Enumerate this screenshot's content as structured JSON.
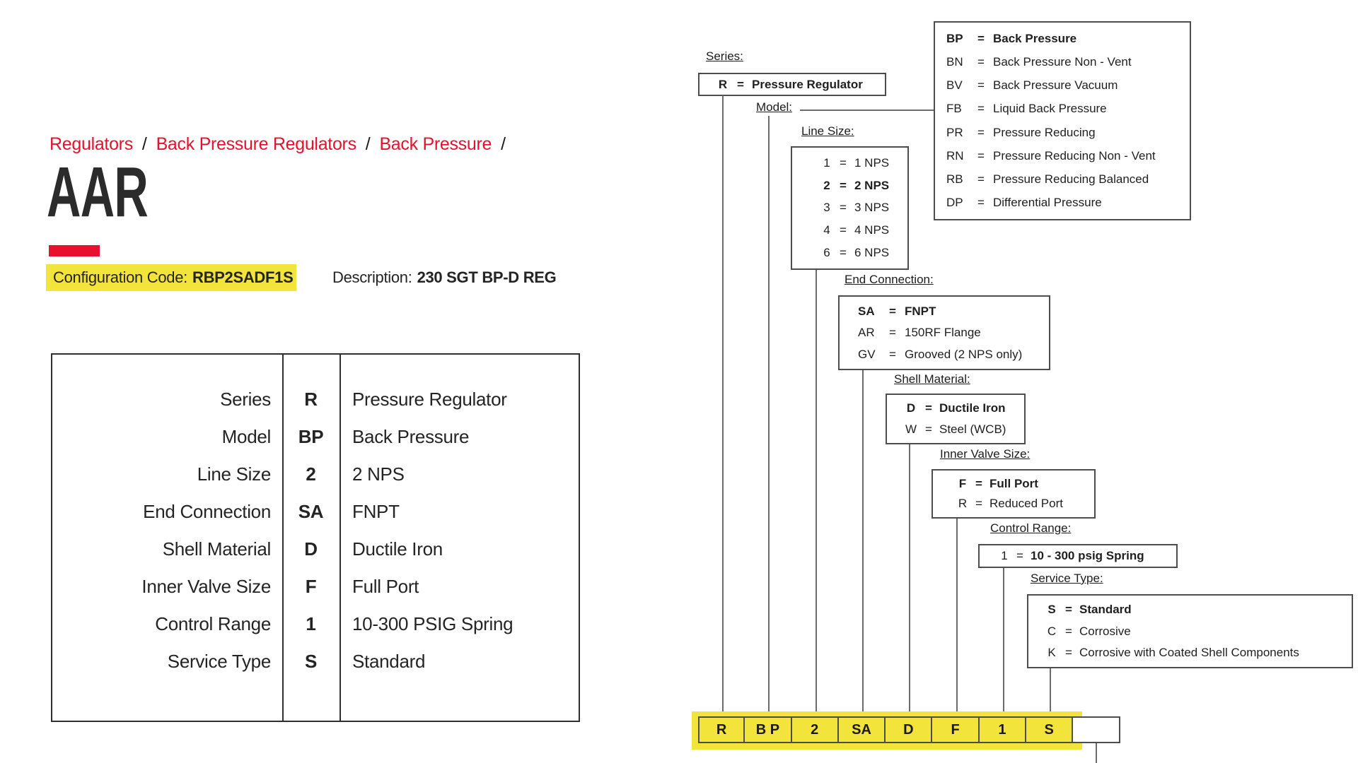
{
  "colors": {
    "accent_red": "#e8112d",
    "highlight_yellow": "#f3e43c"
  },
  "breadcrumb": {
    "separator": "/",
    "items": [
      "Regulators",
      "Back Pressure Regulators",
      "Back Pressure"
    ]
  },
  "page": {
    "title": "AAR"
  },
  "config": {
    "code_label": "Configuration Code:",
    "code": "RBP2SADF1S",
    "description_label": "Description:",
    "description": "230 SGT BP-D REG"
  },
  "summary_table": {
    "rows": [
      {
        "label": "Series",
        "code": "R",
        "value": "Pressure Regulator"
      },
      {
        "label": "Model",
        "code": "BP",
        "value": "Back Pressure"
      },
      {
        "label": "Line Size",
        "code": "2",
        "value": "2 NPS"
      },
      {
        "label": "End Connection",
        "code": "SA",
        "value": "FNPT"
      },
      {
        "label": "Shell Material",
        "code": "D",
        "value": "Ductile Iron"
      },
      {
        "label": "Inner Valve Size",
        "code": "F",
        "value": "Full Port"
      },
      {
        "label": "Control Range",
        "code": "1",
        "value": "10-300 PSIG Spring"
      },
      {
        "label": "Service Type",
        "code": "S",
        "value": "Standard"
      }
    ]
  },
  "diagram": {
    "eq": "=",
    "series": {
      "label": "Series:",
      "options": [
        {
          "code": "R",
          "value": "Pressure Regulator",
          "selected": true
        }
      ]
    },
    "model": {
      "label": "Model:",
      "options": [
        {
          "code": "BP",
          "value": "Back Pressure",
          "selected": true
        },
        {
          "code": "BN",
          "value": "Back Pressure Non - Vent"
        },
        {
          "code": "BV",
          "value": "Back Pressure Vacuum"
        },
        {
          "code": "FB",
          "value": "Liquid Back Pressure"
        },
        {
          "code": "PR",
          "value": "Pressure Reducing"
        },
        {
          "code": "RN",
          "value": "Pressure Reducing Non - Vent"
        },
        {
          "code": "RB",
          "value": "Pressure Reducing Balanced"
        },
        {
          "code": "DP",
          "value": "Differential Pressure"
        }
      ]
    },
    "line_size": {
      "label": "Line Size:",
      "options": [
        {
          "code": "1",
          "value": "1 NPS"
        },
        {
          "code": "2",
          "value": "2 NPS",
          "selected": true
        },
        {
          "code": "3",
          "value": "3 NPS"
        },
        {
          "code": "4",
          "value": "4 NPS"
        },
        {
          "code": "6",
          "value": "6 NPS"
        }
      ]
    },
    "end_connection": {
      "label": "End Connection:",
      "options": [
        {
          "code": "SA",
          "value": "FNPT",
          "selected": true
        },
        {
          "code": "AR",
          "value": "150RF Flange"
        },
        {
          "code": "GV",
          "value": "Grooved (2 NPS only)"
        }
      ]
    },
    "shell_material": {
      "label": "Shell Material:",
      "options": [
        {
          "code": "D",
          "value": "Ductile Iron",
          "selected": true
        },
        {
          "code": "W",
          "value": "Steel (WCB)"
        }
      ]
    },
    "inner_valve_size": {
      "label": "Inner Valve Size:",
      "options": [
        {
          "code": "F",
          "value": "Full Port",
          "selected": true
        },
        {
          "code": "R",
          "value": "Reduced Port"
        }
      ]
    },
    "control_range": {
      "label": "Control Range:",
      "options": [
        {
          "code": "1",
          "value": "10 - 300 psig Spring",
          "selected": true
        }
      ]
    },
    "service_type": {
      "label": "Service Type:",
      "options": [
        {
          "code": "S",
          "value": "Standard",
          "selected": true
        },
        {
          "code": "C",
          "value": "Corrosive"
        },
        {
          "code": "K",
          "value": "Corrosive with Coated Shell Components"
        }
      ]
    },
    "code_row": [
      "R",
      "B P",
      "2",
      "SA",
      "D",
      "F",
      "1",
      "S"
    ]
  }
}
